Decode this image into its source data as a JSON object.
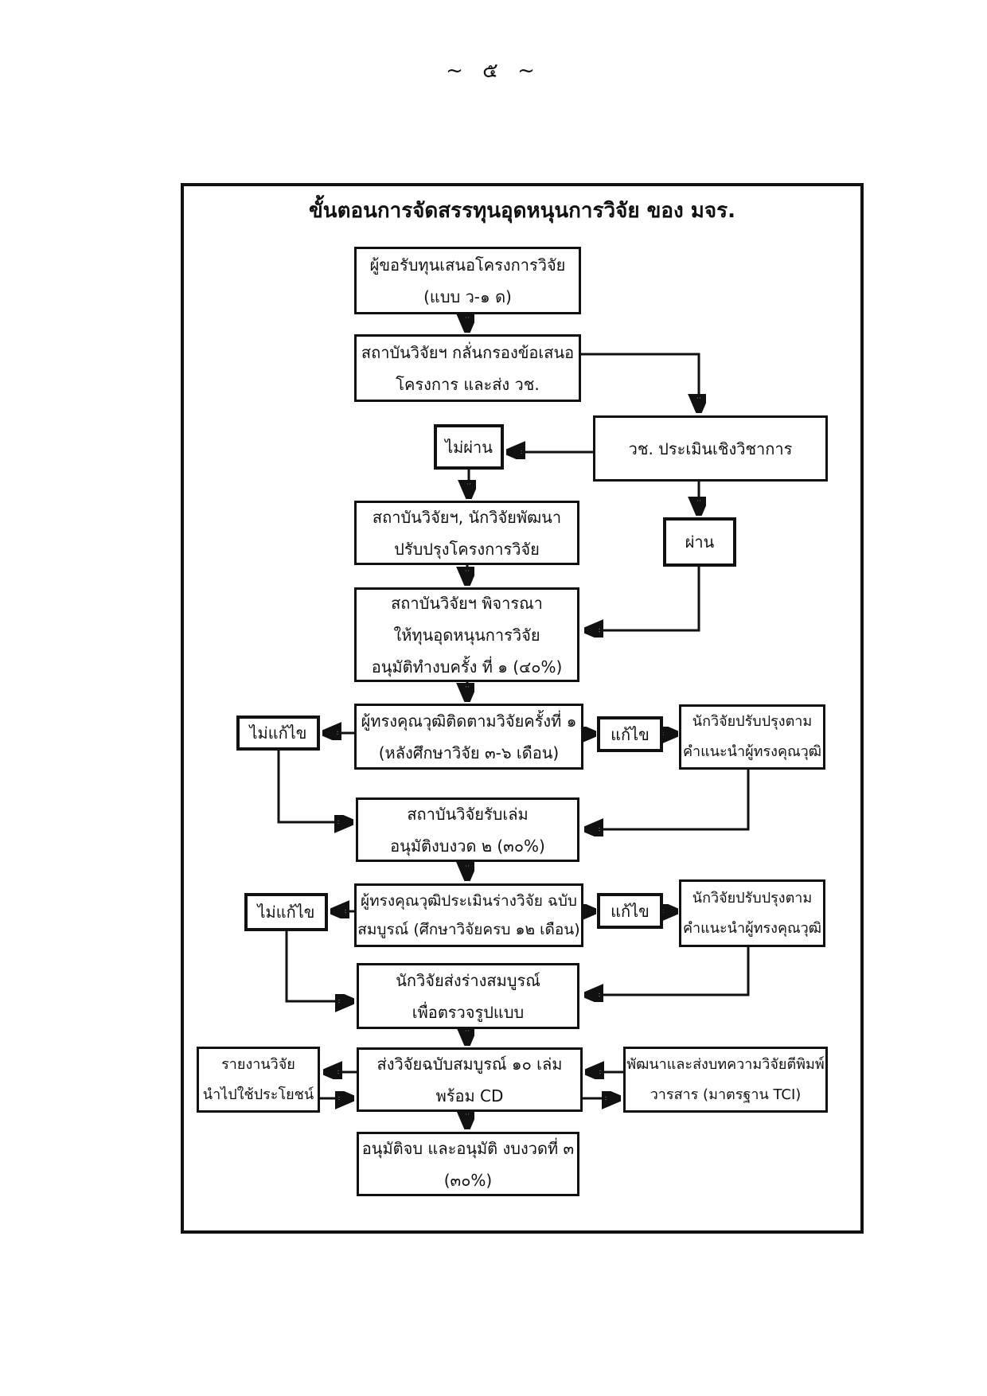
{
  "page": {
    "page_number": "~ ๕ ~"
  },
  "colors": {
    "ink": "#111111",
    "paper": "#ffffff"
  },
  "flowchart": {
    "title": "ขั้นตอนการจัดสรรทุนอุดหนุนการวิจัย ของ มจร.",
    "nodes": {
      "submit": {
        "lines": [
          "ผู้ขอรับทุนเสนอโครงการวิจัย",
          "(แบบ ว-๑ ด)"
        ]
      },
      "screen": {
        "lines": [
          "สถาบันวิจัยฯ กลั่นกรองข้อเสนอ",
          "โครงการ และส่ง วช."
        ]
      },
      "nrct": {
        "lines": [
          "วช. ประเมินเชิงวิชาการ"
        ]
      },
      "notpass": {
        "lines": [
          "ไม่ผ่าน"
        ]
      },
      "pass": {
        "lines": [
          "ผ่าน"
        ]
      },
      "improve": {
        "lines": [
          "สถาบันวิจัยฯ, นักวิจัยพัฒนา",
          "ปรับปรุงโครงการวิจัย"
        ]
      },
      "grant": {
        "lines": [
          "สถาบันวิจัยฯ พิจารณา",
          "ให้ทุนอุดหนุนการวิจัย",
          "อนุมัติทำงบครั้ง ที่ ๑ (๔๐%)"
        ]
      },
      "track1": {
        "lines": [
          "ผู้ทรงคุณวุฒิติดตามวิจัยครั้งที่ ๑",
          "(หลังศึกษาวิจัย ๓-๖ เดือน)"
        ]
      },
      "noedit1": {
        "lines": [
          "ไม่แก้ไข"
        ]
      },
      "edit1": {
        "lines": [
          "แก้ไข"
        ]
      },
      "revise1": {
        "lines": [
          "นักวิจัยปรับปรุงตาม",
          "คำแนะนำผู้ทรงคุณวุฒิ"
        ]
      },
      "receive": {
        "lines": [
          "สถาบันวิจัยรับเล่ม",
          "อนุมัติงบงวด ๒ (๓๐%)"
        ]
      },
      "eval": {
        "lines": [
          "ผู้ทรงคุณวุฒิประเมินร่างวิจัย ฉบับ",
          "สมบูรณ์ (ศึกษาวิจัยครบ ๑๒ เดือน)"
        ]
      },
      "noedit2": {
        "lines": [
          "ไม่แก้ไข"
        ]
      },
      "edit2": {
        "lines": [
          "แก้ไข"
        ]
      },
      "revise2": {
        "lines": [
          "นักวิจัยปรับปรุงตาม",
          "คำแนะนำผู้ทรงคุณวุฒิ"
        ]
      },
      "draft": {
        "lines": [
          "นักวิจัยส่งร่างสมบูรณ์",
          "เพื่อตรวจรูปแบบ"
        ]
      },
      "report": {
        "lines": [
          "รายงานวิจัย",
          "นำไปใช้ประโยชน์"
        ]
      },
      "final": {
        "lines": [
          "ส่งวิจัยฉบับสมบูรณ์ ๑๐ เล่ม",
          "พร้อม CD"
        ]
      },
      "publish": {
        "lines": [
          "พัฒนาและส่งบทความวิจัยตีพิมพ์",
          "วารสาร (มาตรฐาน TCI)"
        ]
      },
      "approve": {
        "lines": [
          "อนุมัติจบ และอนุมัติ งบงวดที่ ๓",
          "(๓๐%)"
        ]
      }
    }
  }
}
